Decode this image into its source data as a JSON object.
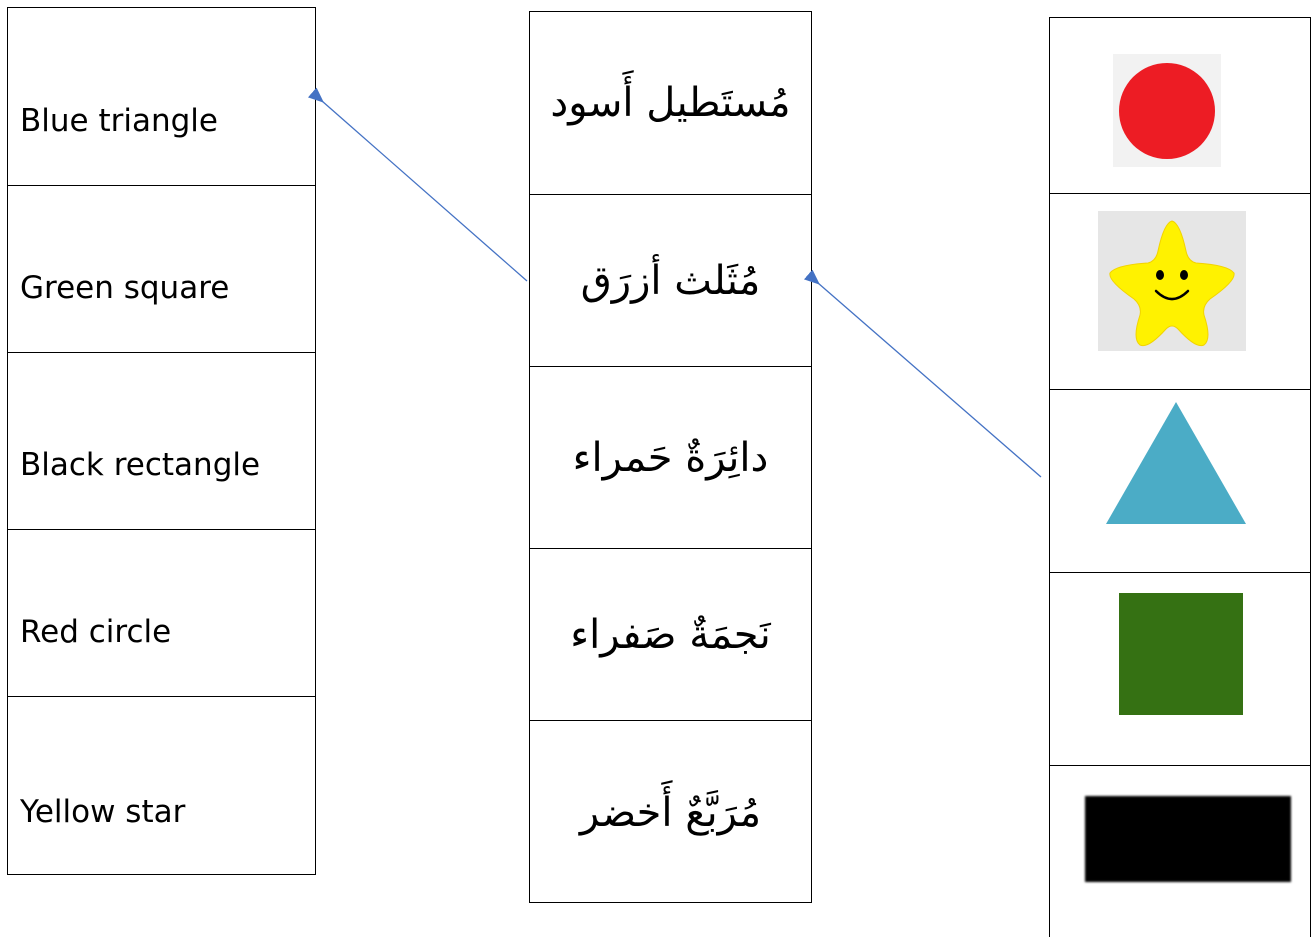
{
  "english_column": [
    {
      "label": "Blue triangle"
    },
    {
      "label": "Green square"
    },
    {
      "label": "Black rectangle"
    },
    {
      "label": "Red circle"
    },
    {
      "label": "Yellow star"
    }
  ],
  "arabic_column": [
    {
      "label": "مُستَطيل أَسود"
    },
    {
      "label": "مُثَلث أزرَق"
    },
    {
      "label": "دائِرَةٌ حَمراء"
    },
    {
      "label": "نَجمَةٌ صَفراء"
    },
    {
      "label": "مُرَبَّعٌ أَخضر"
    }
  ],
  "shapes_column": [
    {
      "icon": "red-circle-icon",
      "color": "#ed1c24"
    },
    {
      "icon": "yellow-star-icon",
      "color": "#fff200"
    },
    {
      "icon": "blue-triangle-icon",
      "color": "#4bacc6"
    },
    {
      "icon": "green-square-icon",
      "color": "#357113"
    },
    {
      "icon": "black-rectangle-icon",
      "color": "#000000"
    }
  ],
  "arrow_color": "#4472c4"
}
